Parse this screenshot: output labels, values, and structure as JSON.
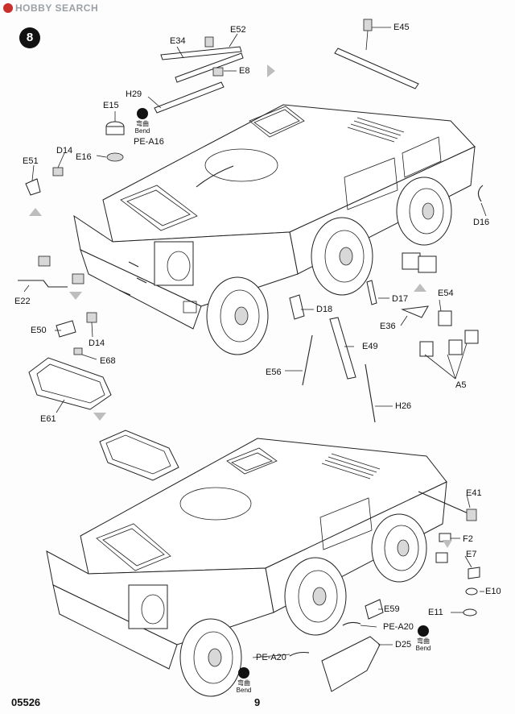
{
  "watermark": "HOBBY SEARCH",
  "step_number": "8",
  "footer": {
    "product_code": "05526",
    "page_number": "9"
  },
  "bend_text": {
    "cn": "弯曲",
    "en": "Bend"
  },
  "part_labels": {
    "e45": "E45",
    "e34": "E34",
    "e52": "E52",
    "e8": "E8",
    "h29": "H29",
    "e15": "E15",
    "pe_a16": "PE-A16",
    "e16": "E16",
    "e51": "E51",
    "d14a": "D14",
    "d16": "D16",
    "e22": "E22",
    "d18": "D18",
    "d17": "D17",
    "e54": "E54",
    "e36": "E36",
    "e50": "E50",
    "d14b": "D14",
    "e49": "E49",
    "e68": "E68",
    "a5": "A5",
    "e56": "E56",
    "e61": "E61",
    "h26": "H26",
    "e41": "E41",
    "f2": "F2",
    "e7": "E7",
    "e10": "E10",
    "e11": "E11",
    "e59": "E59",
    "pe_a20a": "PE-A20",
    "d25": "D25",
    "pe_a20b": "PE-A20"
  }
}
